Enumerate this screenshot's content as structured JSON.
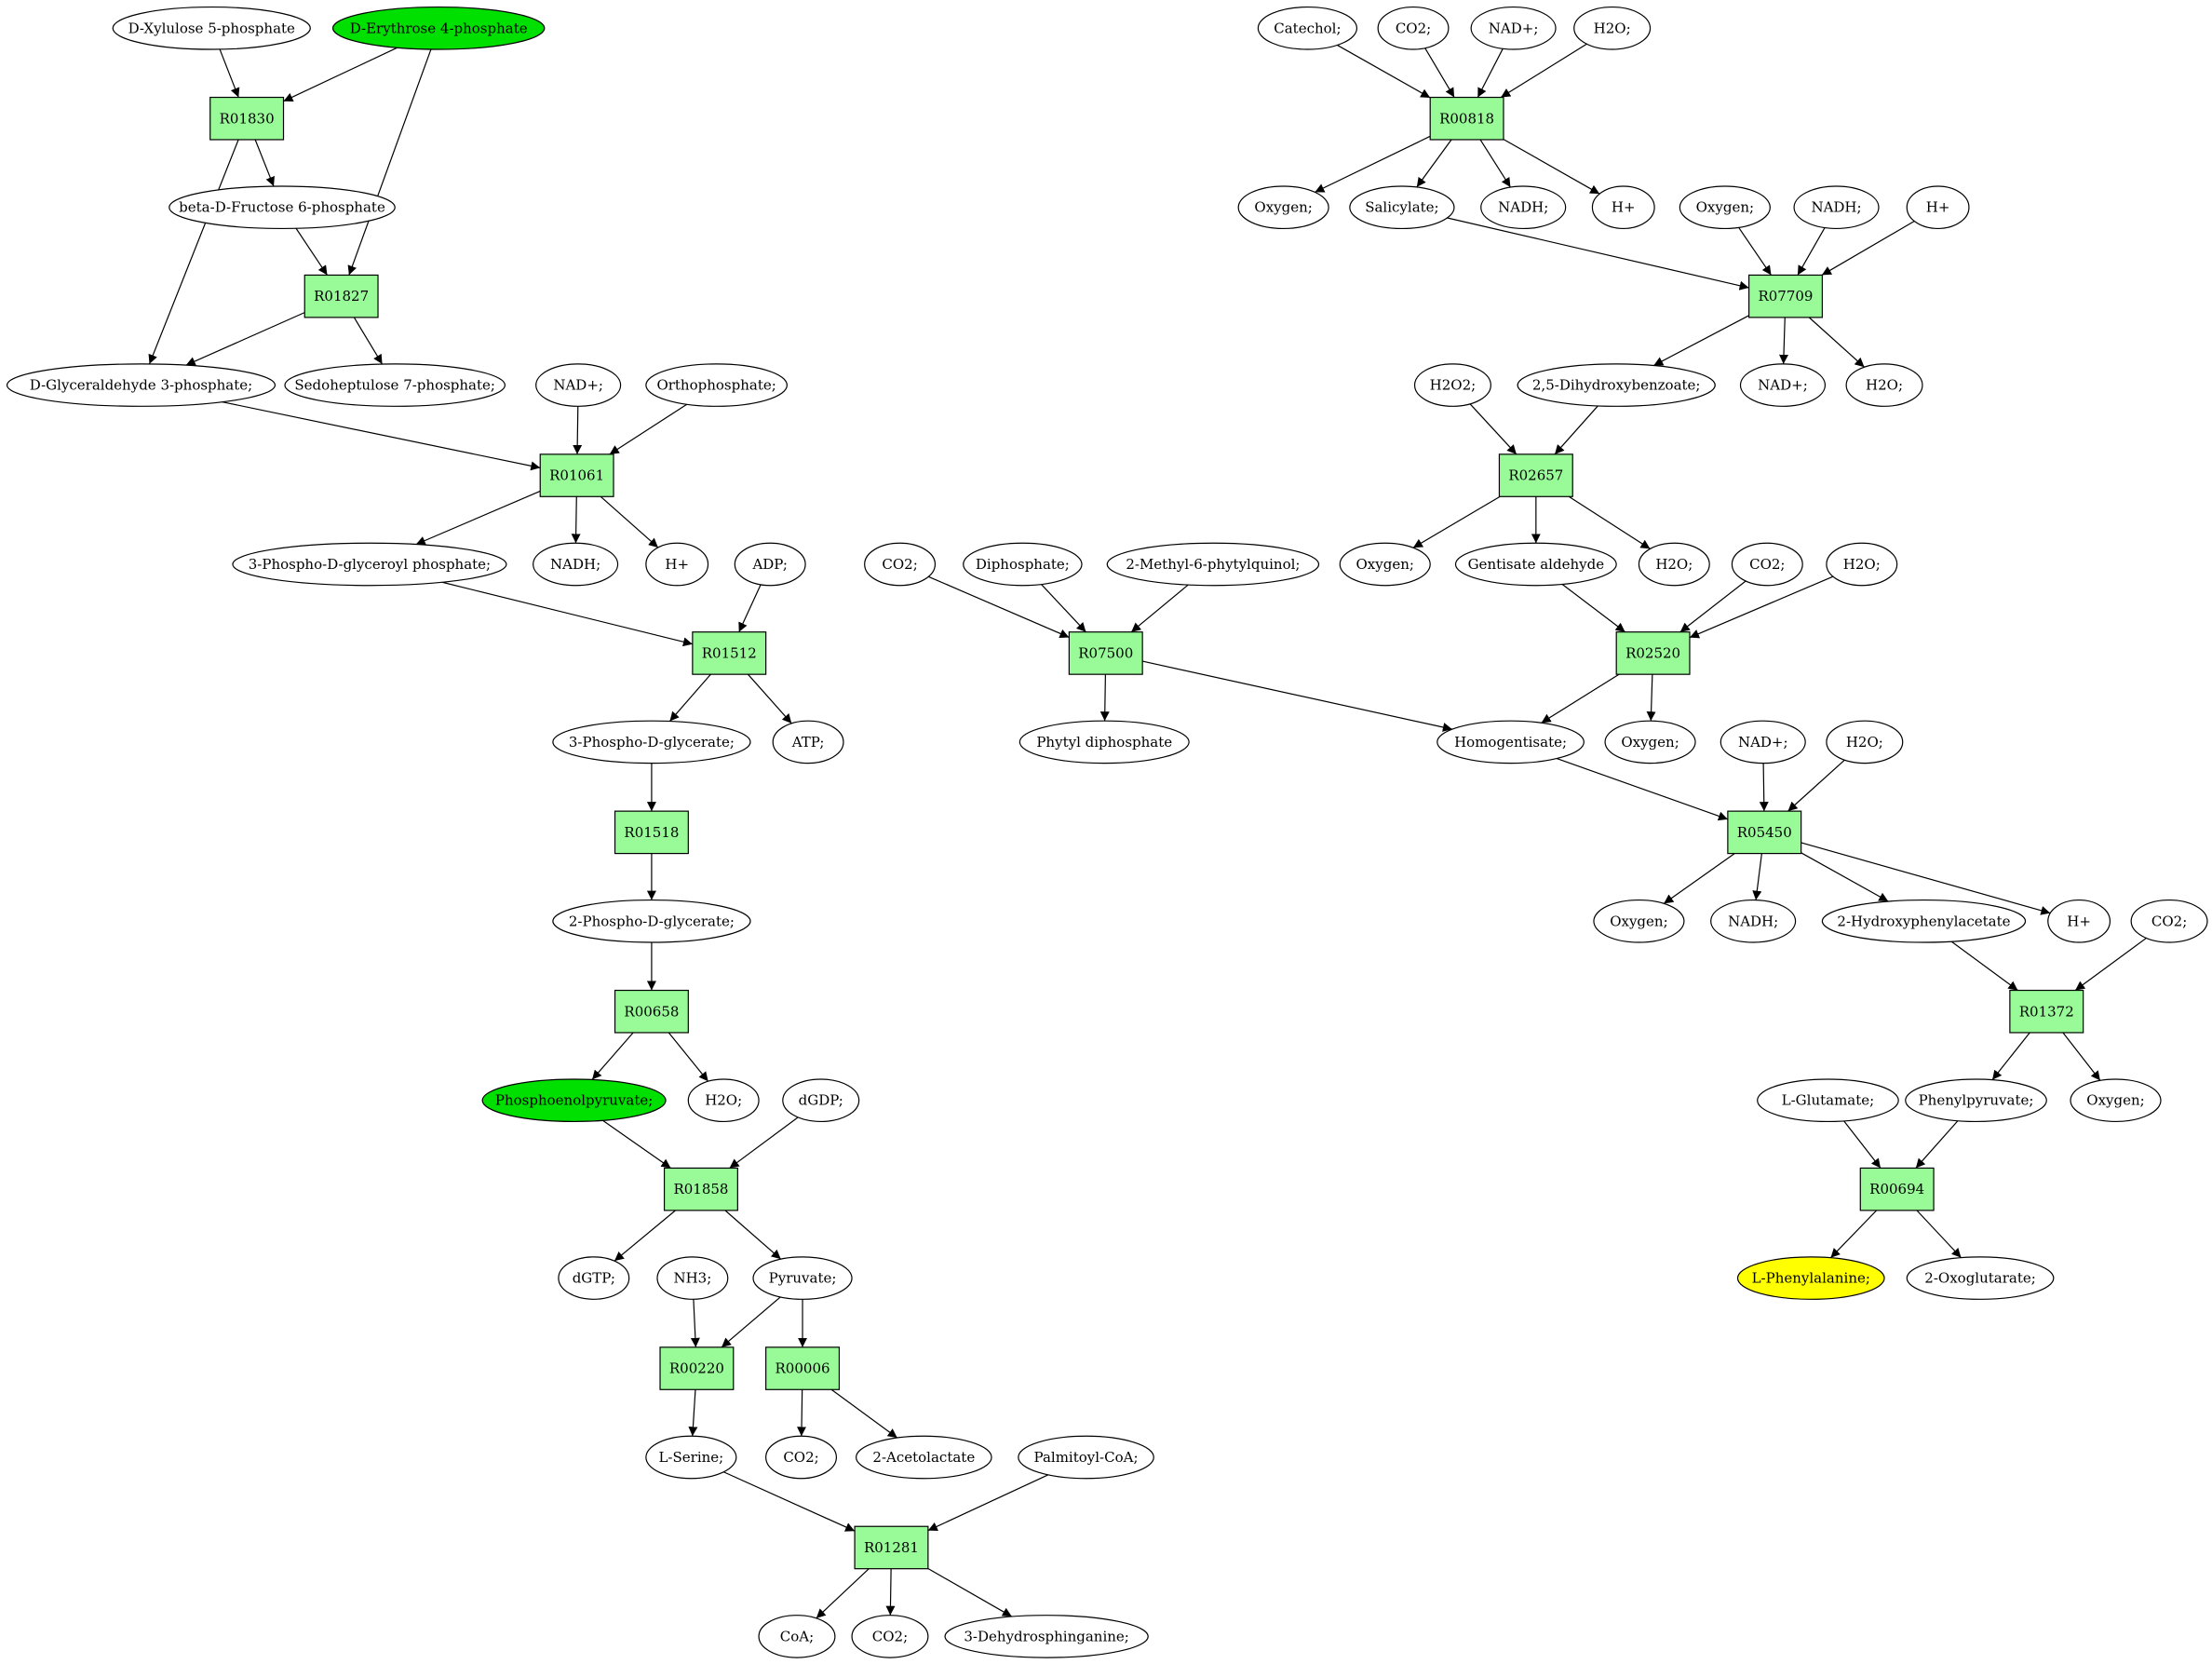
{
  "colors": {
    "compound": "#ffffff",
    "start": "#00e000",
    "target": "#ffff00",
    "reaction": "#98fb98",
    "edge": "#000000"
  },
  "compounds": [
    {
      "id": "c1",
      "label": "D-Xylulose 5-phosphate",
      "type": "compound"
    },
    {
      "id": "c2",
      "label": "D-Erythrose 4-phosphate",
      "type": "start"
    },
    {
      "id": "c3",
      "label": "beta-D-Fructose 6-phosphate",
      "type": "compound"
    },
    {
      "id": "c4",
      "label": "D-Glyceraldehyde 3-phosphate;",
      "type": "compound"
    },
    {
      "id": "c5",
      "label": "Sedoheptulose 7-phosphate;",
      "type": "compound"
    },
    {
      "id": "c6",
      "label": "NAD+;",
      "type": "compound"
    },
    {
      "id": "c7",
      "label": "Orthophosphate;",
      "type": "compound"
    },
    {
      "id": "c8",
      "label": "3-Phospho-D-glyceroyl phosphate;",
      "type": "compound"
    },
    {
      "id": "c9",
      "label": "NADH;",
      "type": "compound"
    },
    {
      "id": "c10",
      "label": "H+",
      "type": "compound"
    },
    {
      "id": "c11",
      "label": "ADP;",
      "type": "compound"
    },
    {
      "id": "c12",
      "label": "3-Phospho-D-glycerate;",
      "type": "compound"
    },
    {
      "id": "c13",
      "label": "ATP;",
      "type": "compound"
    },
    {
      "id": "c14",
      "label": "2-Phospho-D-glycerate;",
      "type": "compound"
    },
    {
      "id": "c15",
      "label": "Phosphoenolpyruvate;",
      "type": "start"
    },
    {
      "id": "c16",
      "label": "H2O;",
      "type": "compound"
    },
    {
      "id": "c17",
      "label": "dGDP;",
      "type": "compound"
    },
    {
      "id": "c18",
      "label": "dGTP;",
      "type": "compound"
    },
    {
      "id": "c19",
      "label": "NH3;",
      "type": "compound"
    },
    {
      "id": "c20",
      "label": "Pyruvate;",
      "type": "compound"
    },
    {
      "id": "c21",
      "label": "L-Serine;",
      "type": "compound"
    },
    {
      "id": "c22",
      "label": "CO2;",
      "type": "compound"
    },
    {
      "id": "c23",
      "label": "2-Acetolactate",
      "type": "compound"
    },
    {
      "id": "c24",
      "label": "Palmitoyl-CoA;",
      "type": "compound"
    },
    {
      "id": "c25",
      "label": "CoA;",
      "type": "compound"
    },
    {
      "id": "c26",
      "label": "CO2;",
      "type": "compound"
    },
    {
      "id": "c27",
      "label": "3-Dehydrosphinganine;",
      "type": "compound"
    },
    {
      "id": "c28",
      "label": "Catechol;",
      "type": "compound"
    },
    {
      "id": "c29",
      "label": "CO2;",
      "type": "compound"
    },
    {
      "id": "c30",
      "label": "NAD+;",
      "type": "compound"
    },
    {
      "id": "c31",
      "label": "H2O;",
      "type": "compound"
    },
    {
      "id": "c32",
      "label": "Oxygen;",
      "type": "compound"
    },
    {
      "id": "c33",
      "label": "Salicylate;",
      "type": "compound"
    },
    {
      "id": "c34",
      "label": "NADH;",
      "type": "compound"
    },
    {
      "id": "c35",
      "label": "H+",
      "type": "compound"
    },
    {
      "id": "c36",
      "label": "Oxygen;",
      "type": "compound"
    },
    {
      "id": "c37",
      "label": "NADH;",
      "type": "compound"
    },
    {
      "id": "c38",
      "label": "H+",
      "type": "compound"
    },
    {
      "id": "c39",
      "label": "H2O2;",
      "type": "compound"
    },
    {
      "id": "c40",
      "label": "2,5-Dihydroxybenzoate;",
      "type": "compound"
    },
    {
      "id": "c41",
      "label": "NAD+;",
      "type": "compound"
    },
    {
      "id": "c42",
      "label": "H2O;",
      "type": "compound"
    },
    {
      "id": "c43",
      "label": "CO2;",
      "type": "compound"
    },
    {
      "id": "c44",
      "label": "Diphosphate;",
      "type": "compound"
    },
    {
      "id": "c45",
      "label": "2-Methyl-6-phytylquinol;",
      "type": "compound"
    },
    {
      "id": "c46",
      "label": "Oxygen;",
      "type": "compound"
    },
    {
      "id": "c47",
      "label": "Gentisate aldehyde",
      "type": "compound"
    },
    {
      "id": "c48",
      "label": "H2O;",
      "type": "compound"
    },
    {
      "id": "c49",
      "label": "CO2;",
      "type": "compound"
    },
    {
      "id": "c50",
      "label": "H2O;",
      "type": "compound"
    },
    {
      "id": "c51",
      "label": "Phytyl diphosphate",
      "type": "compound"
    },
    {
      "id": "c52",
      "label": "Homogentisate;",
      "type": "compound"
    },
    {
      "id": "c53",
      "label": "Oxygen;",
      "type": "compound"
    },
    {
      "id": "c54",
      "label": "NAD+;",
      "type": "compound"
    },
    {
      "id": "c55",
      "label": "H2O;",
      "type": "compound"
    },
    {
      "id": "c56",
      "label": "Oxygen;",
      "type": "compound"
    },
    {
      "id": "c57",
      "label": "NADH;",
      "type": "compound"
    },
    {
      "id": "c58",
      "label": "2-Hydroxyphenylacetate",
      "type": "compound"
    },
    {
      "id": "c59",
      "label": "H+",
      "type": "compound"
    },
    {
      "id": "c60",
      "label": "CO2;",
      "type": "compound"
    },
    {
      "id": "c61",
      "label": "L-Glutamate;",
      "type": "compound"
    },
    {
      "id": "c62",
      "label": "Phenylpyruvate;",
      "type": "compound"
    },
    {
      "id": "c63",
      "label": "Oxygen;",
      "type": "compound"
    },
    {
      "id": "c64",
      "label": "L-Phenylalanine;",
      "type": "target"
    },
    {
      "id": "c65",
      "label": "2-Oxoglutarate;",
      "type": "compound"
    }
  ],
  "reactions": [
    {
      "id": "r1",
      "label": "R01830"
    },
    {
      "id": "r2",
      "label": "R01827"
    },
    {
      "id": "r3",
      "label": "R01061"
    },
    {
      "id": "r4",
      "label": "R01512"
    },
    {
      "id": "r5",
      "label": "R01518"
    },
    {
      "id": "r6",
      "label": "R00658"
    },
    {
      "id": "r7",
      "label": "R01858"
    },
    {
      "id": "r8",
      "label": "R00220"
    },
    {
      "id": "r9",
      "label": "R00006"
    },
    {
      "id": "r10",
      "label": "R01281"
    },
    {
      "id": "r11",
      "label": "R00818"
    },
    {
      "id": "r12",
      "label": "R07709"
    },
    {
      "id": "r13",
      "label": "R02657"
    },
    {
      "id": "r14",
      "label": "R07500"
    },
    {
      "id": "r15",
      "label": "R02520"
    },
    {
      "id": "r16",
      "label": "R05450"
    },
    {
      "id": "r17",
      "label": "R01372"
    },
    {
      "id": "r18",
      "label": "R00694"
    }
  ],
  "edges": [
    {
      "from": "c1",
      "to": "r1"
    },
    {
      "from": "c2",
      "to": "r1"
    },
    {
      "from": "r1",
      "to": "c3"
    },
    {
      "from": "r1",
      "to": "c4"
    },
    {
      "from": "c3",
      "to": "r2"
    },
    {
      "from": "c2",
      "to": "r2"
    },
    {
      "from": "r2",
      "to": "c4"
    },
    {
      "from": "r2",
      "to": "c5"
    },
    {
      "from": "c4",
      "to": "r3"
    },
    {
      "from": "c6",
      "to": "r3"
    },
    {
      "from": "c7",
      "to": "r3"
    },
    {
      "from": "r3",
      "to": "c8"
    },
    {
      "from": "r3",
      "to": "c9"
    },
    {
      "from": "r3",
      "to": "c10"
    },
    {
      "from": "c8",
      "to": "r4"
    },
    {
      "from": "c11",
      "to": "r4"
    },
    {
      "from": "r4",
      "to": "c12"
    },
    {
      "from": "r4",
      "to": "c13"
    },
    {
      "from": "c12",
      "to": "r5"
    },
    {
      "from": "r5",
      "to": "c14"
    },
    {
      "from": "c14",
      "to": "r6"
    },
    {
      "from": "r6",
      "to": "c15"
    },
    {
      "from": "r6",
      "to": "c16"
    },
    {
      "from": "c15",
      "to": "r7"
    },
    {
      "from": "c17",
      "to": "r7"
    },
    {
      "from": "r7",
      "to": "c18"
    },
    {
      "from": "r7",
      "to": "c20"
    },
    {
      "from": "c19",
      "to": "r8"
    },
    {
      "from": "c20",
      "to": "r8"
    },
    {
      "from": "c20",
      "to": "r9"
    },
    {
      "from": "r8",
      "to": "c21"
    },
    {
      "from": "r9",
      "to": "c22"
    },
    {
      "from": "r9",
      "to": "c23"
    },
    {
      "from": "c21",
      "to": "r10"
    },
    {
      "from": "c24",
      "to": "r10"
    },
    {
      "from": "r10",
      "to": "c25"
    },
    {
      "from": "r10",
      "to": "c26"
    },
    {
      "from": "r10",
      "to": "c27"
    },
    {
      "from": "c28",
      "to": "r11"
    },
    {
      "from": "c29",
      "to": "r11"
    },
    {
      "from": "c30",
      "to": "r11"
    },
    {
      "from": "c31",
      "to": "r11"
    },
    {
      "from": "r11",
      "to": "c32"
    },
    {
      "from": "r11",
      "to": "c33"
    },
    {
      "from": "r11",
      "to": "c34"
    },
    {
      "from": "r11",
      "to": "c35"
    },
    {
      "from": "c33",
      "to": "r12"
    },
    {
      "from": "c36",
      "to": "r12"
    },
    {
      "from": "c37",
      "to": "r12"
    },
    {
      "from": "c38",
      "to": "r12"
    },
    {
      "from": "r12",
      "to": "c40"
    },
    {
      "from": "r12",
      "to": "c41"
    },
    {
      "from": "r12",
      "to": "c42"
    },
    {
      "from": "c39",
      "to": "r13"
    },
    {
      "from": "c40",
      "to": "r13"
    },
    {
      "from": "r13",
      "to": "c46"
    },
    {
      "from": "r13",
      "to": "c47"
    },
    {
      "from": "r13",
      "to": "c48"
    },
    {
      "from": "c43",
      "to": "r14"
    },
    {
      "from": "c44",
      "to": "r14"
    },
    {
      "from": "c45",
      "to": "r14"
    },
    {
      "from": "r14",
      "to": "c51"
    },
    {
      "from": "r14",
      "to": "c52"
    },
    {
      "from": "c47",
      "to": "r15"
    },
    {
      "from": "c49",
      "to": "r15"
    },
    {
      "from": "c50",
      "to": "r15"
    },
    {
      "from": "r15",
      "to": "c52"
    },
    {
      "from": "r15",
      "to": "c53"
    },
    {
      "from": "c52",
      "to": "r16"
    },
    {
      "from": "c54",
      "to": "r16"
    },
    {
      "from": "c55",
      "to": "r16"
    },
    {
      "from": "r16",
      "to": "c56"
    },
    {
      "from": "r16",
      "to": "c57"
    },
    {
      "from": "r16",
      "to": "c58"
    },
    {
      "from": "r16",
      "to": "c59"
    },
    {
      "from": "c58",
      "to": "r17"
    },
    {
      "from": "c60",
      "to": "r17"
    },
    {
      "from": "r17",
      "to": "c62"
    },
    {
      "from": "r17",
      "to": "c63"
    },
    {
      "from": "c61",
      "to": "r18"
    },
    {
      "from": "c62",
      "to": "r18"
    },
    {
      "from": "r18",
      "to": "c64"
    },
    {
      "from": "r18",
      "to": "c65"
    }
  ]
}
